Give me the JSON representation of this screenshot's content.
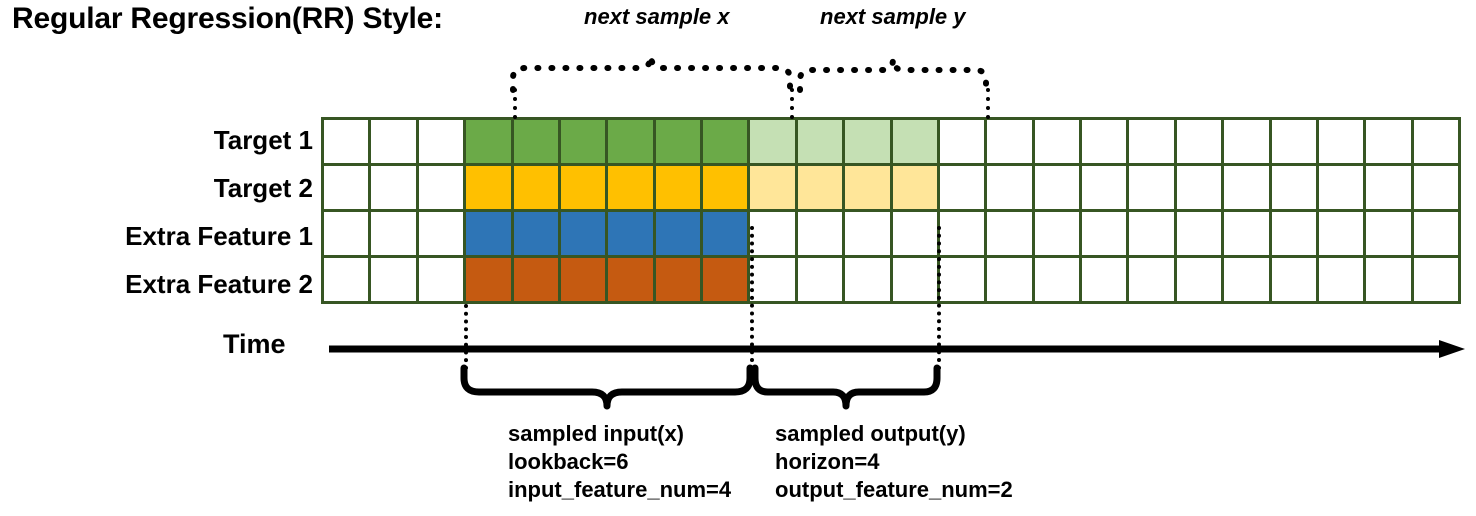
{
  "title": "Regular Regression(RR) Style:",
  "rows": [
    {
      "label": "Target 1",
      "fill": "c-dark-green",
      "fill_secondary": "c-light-green",
      "name": "target-1"
    },
    {
      "label": "Target 2",
      "fill": "c-gold",
      "fill_secondary": "c-light-gold",
      "name": "target-2"
    },
    {
      "label": "Extra Feature 1",
      "fill": "c-blue",
      "fill_secondary": null,
      "name": "extra-feature-1"
    },
    {
      "label": "Extra Feature 2",
      "fill": "c-orange",
      "fill_secondary": null,
      "name": "extra-feature-2"
    }
  ],
  "grid": {
    "total_columns": 24,
    "lead_blank_columns": 3,
    "input_columns": 6,
    "output_columns": 4,
    "trailing_blank_columns": 11
  },
  "axis": {
    "label": "Time"
  },
  "top_annotations": [
    {
      "text": "next sample x",
      "name": "next-sample-x"
    },
    {
      "text": "next sample y",
      "name": "next-sample-y"
    }
  ],
  "bottom_annotations": [
    {
      "name": "sampled-input",
      "lines": [
        "sampled input(x)",
        "lookback=6",
        "input_feature_num=4"
      ]
    },
    {
      "name": "sampled-output",
      "lines": [
        "sampled output(y)",
        "horizon=4",
        "output_feature_num=2"
      ]
    }
  ],
  "colors": {
    "grid_line": "#375623",
    "dark_green": "#6BAA48",
    "light_green": "#C5E0B4",
    "gold": "#FFC000",
    "light_gold": "#FFE699",
    "blue": "#2E75B6",
    "orange": "#C55A11",
    "ink": "#000000",
    "background": "#FFFFFF"
  }
}
